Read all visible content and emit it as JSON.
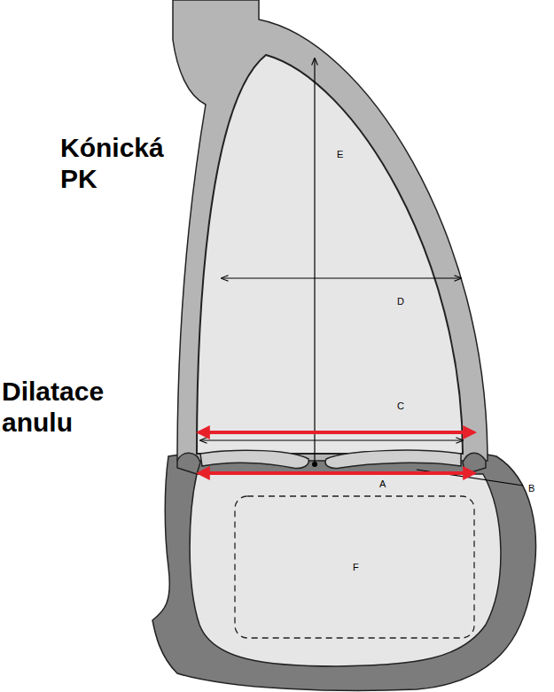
{
  "diagram": {
    "labels": [
      "Kónická PK",
      "Dilatace anulu",
      "E",
      "D",
      "C",
      "A",
      "B",
      "F"
    ]
  }
}
